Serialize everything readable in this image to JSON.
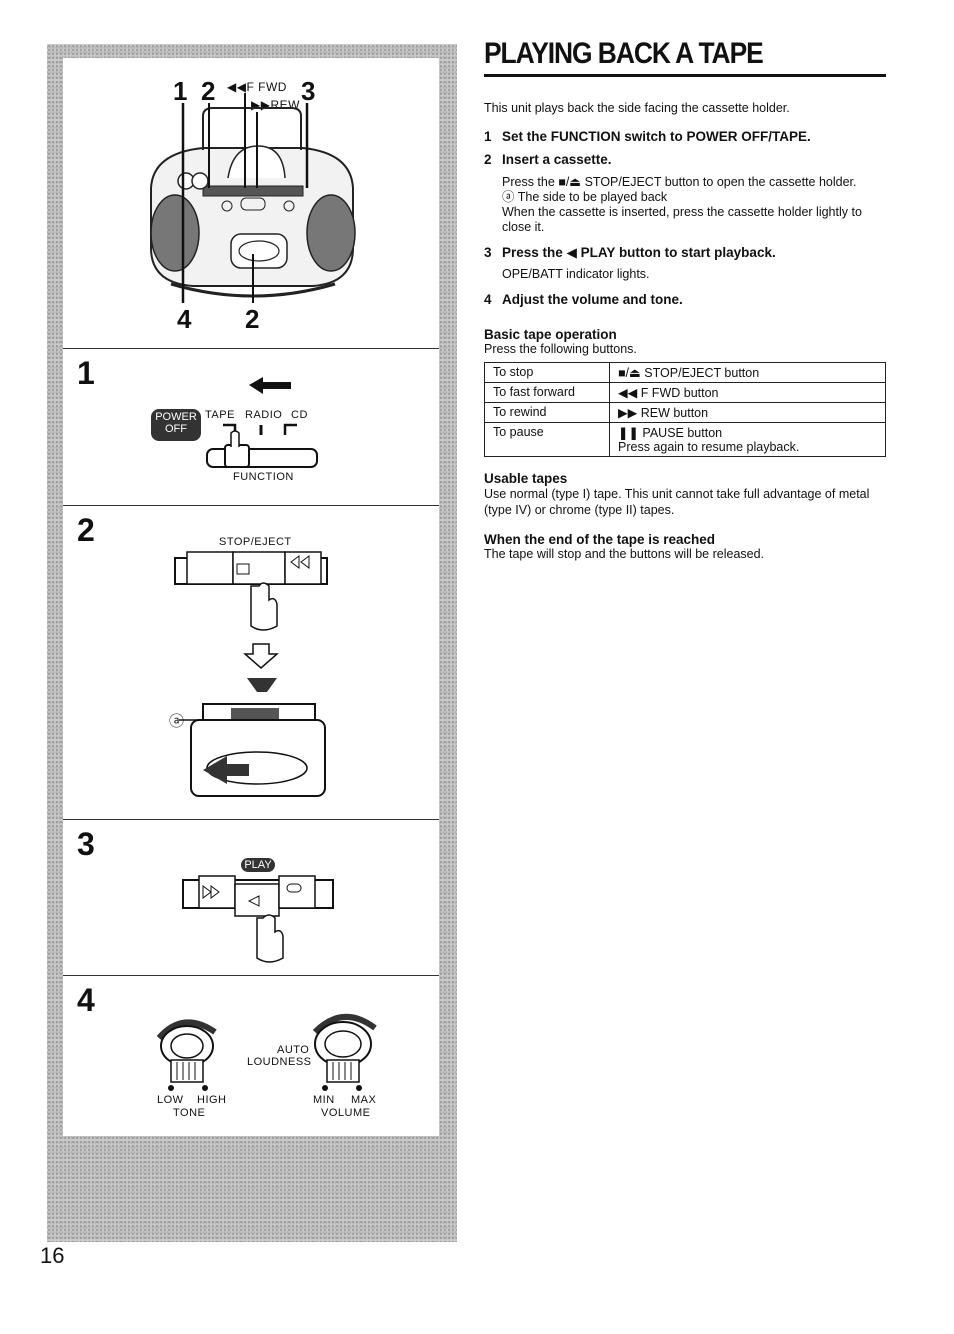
{
  "page": {
    "title": "PLAYING BACK A TAPE",
    "number": "16"
  },
  "figure": {
    "overview": {
      "callout_1": "1",
      "callout_2_top": "2",
      "callout_3": "3",
      "callout_4": "4",
      "callout_2_bottom": "2",
      "ffwd_label": "◀◀F FWD",
      "rew_label": "▶▶REW"
    },
    "step1": {
      "number": "1",
      "power_label": "POWER",
      "off_label": "OFF",
      "tape_label": "TAPE",
      "radio_label": "RADIO",
      "cd_label": "CD",
      "function_label": "FUNCTION"
    },
    "step2": {
      "number": "2",
      "stop_eject_label": "STOP/EJECT",
      "callout_a": "ⓐ"
    },
    "step3": {
      "number": "3",
      "play_label": "PLAY"
    },
    "step4": {
      "number": "4",
      "auto_label": "AUTO",
      "loudness_label": "LOUDNESS",
      "low_label": "LOW",
      "high_label": "HIGH",
      "tone_label": "TONE",
      "min_label": "MIN",
      "max_label": "MAX",
      "volume_label": "VOLUME"
    }
  },
  "text": {
    "intro": "This unit plays back the side facing the cassette holder.",
    "steps": [
      {
        "n": "1",
        "heading": "Set the FUNCTION switch to POWER OFF/TAPE."
      },
      {
        "n": "2",
        "heading": "Insert a cassette.",
        "lines": [
          "Press the ■/⏏ STOP/EJECT button to open the cassette holder.",
          "ⓐ The side to be played back",
          "When the cassette is inserted, press the cassette holder lightly to close it."
        ]
      },
      {
        "n": "3",
        "heading": "Press the ◀ PLAY button to start playback.",
        "lines": [
          "OPE/BATT indicator lights."
        ]
      },
      {
        "n": "4",
        "heading": "Adjust the volume and tone."
      }
    ],
    "basic": {
      "heading": "Basic tape operation",
      "intro": "Press the following buttons.",
      "rows": [
        {
          "action": "To stop",
          "button": "■/⏏ STOP/EJECT button"
        },
        {
          "action": "To fast forward",
          "button": "◀◀ F FWD button"
        },
        {
          "action": "To rewind",
          "button": "▶▶ REW button"
        },
        {
          "action": "To pause",
          "button": "❚❚ PAUSE button",
          "note": "Press again to resume playback."
        }
      ]
    },
    "usable": {
      "heading": "Usable tapes",
      "body": "Use normal (type I) tape. This unit cannot take full advantage of metal (type IV) or chrome (type II) tapes."
    },
    "end": {
      "heading": "When the end of the tape is reached",
      "body": "The tape will stop and the buttons will be released."
    }
  }
}
